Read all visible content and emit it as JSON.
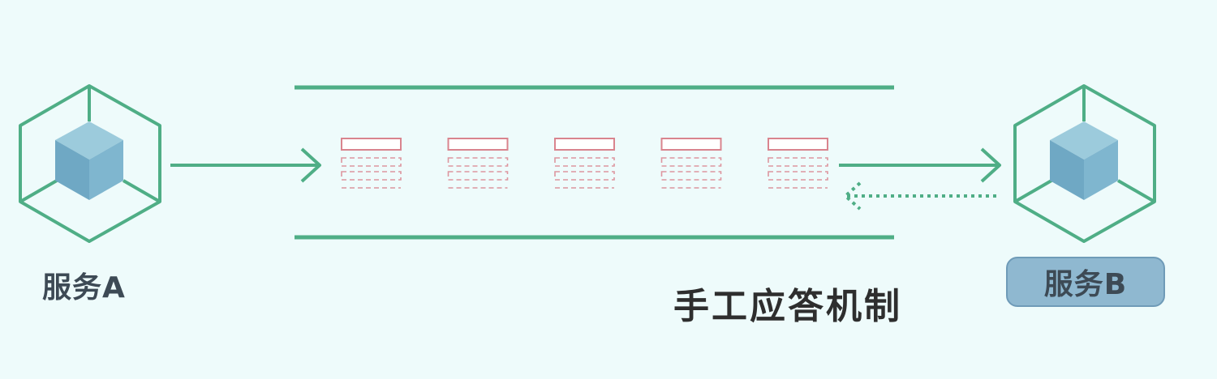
{
  "service_a": {
    "label": "服务A"
  },
  "service_b": {
    "label": "服务B"
  },
  "caption": "手工应答机制",
  "queue": {
    "message_count": 5
  },
  "colors": {
    "background": "#eefbfb",
    "line_green": "#4fae86",
    "cube_blue": "#7bb3cc",
    "message_red": "#d9848e",
    "text_dark": "#3d4a55"
  },
  "icons": [
    "service-node-icon",
    "message-icon",
    "arrow-right-icon",
    "dotted-arrow-left-icon"
  ]
}
